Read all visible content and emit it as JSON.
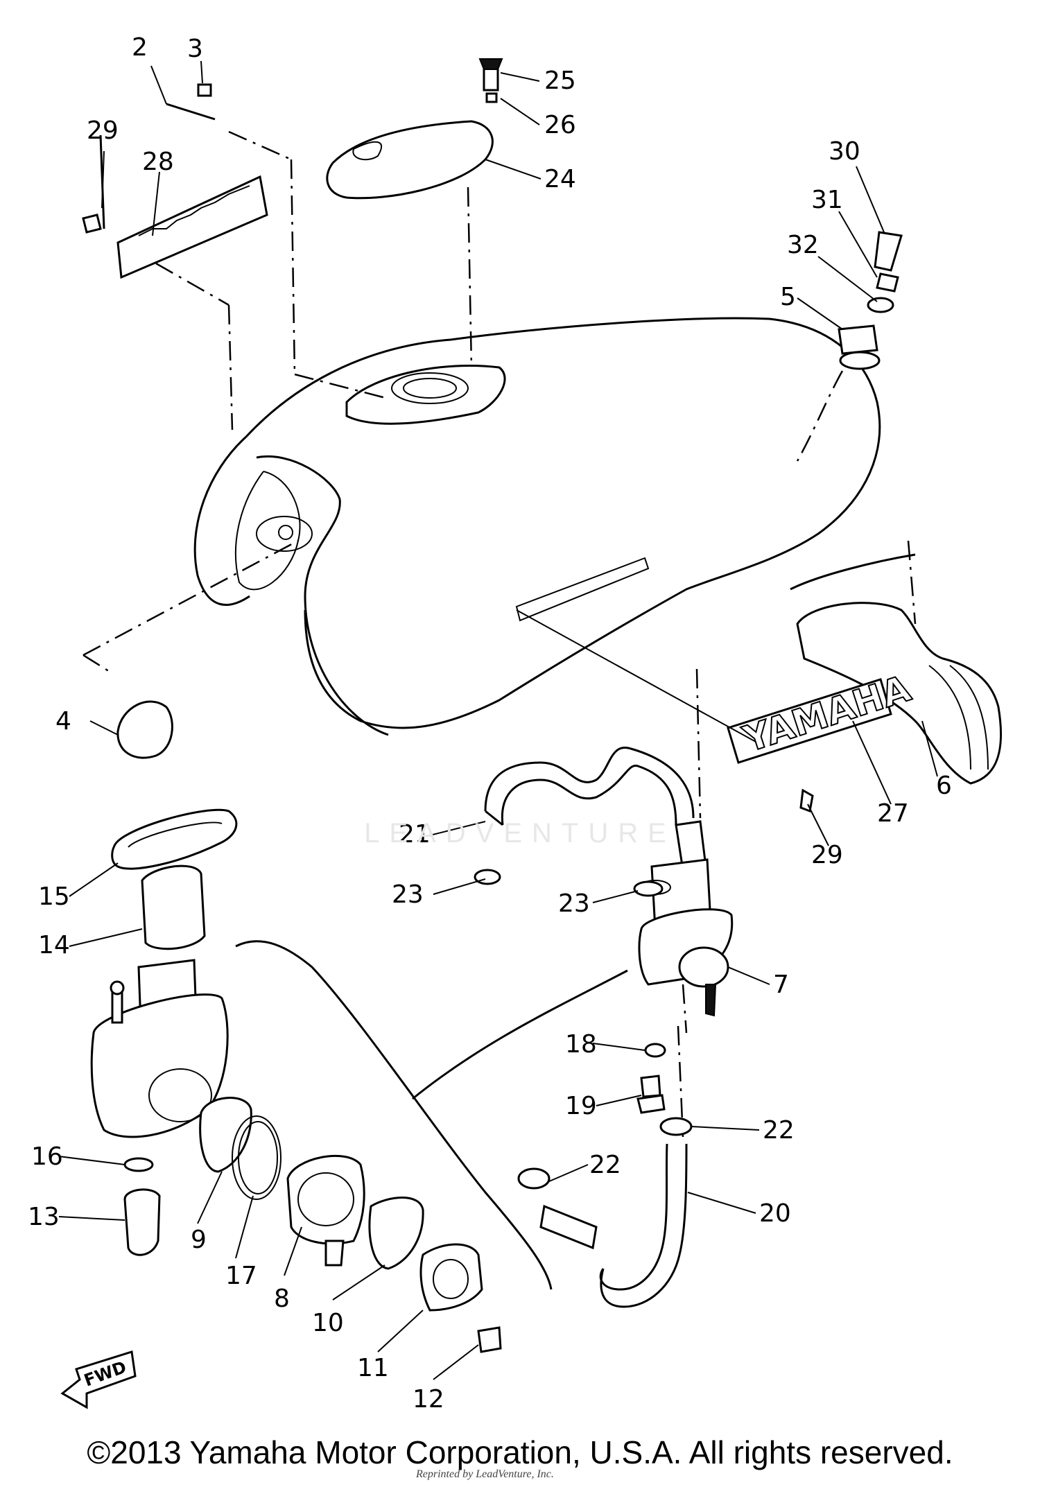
{
  "diagram": {
    "callouts": [
      {
        "id": "c2",
        "text": "2"
      },
      {
        "id": "c3",
        "text": "3"
      },
      {
        "id": "c29a",
        "text": "29"
      },
      {
        "id": "c28",
        "text": "28"
      },
      {
        "id": "c25",
        "text": "25"
      },
      {
        "id": "c26",
        "text": "26"
      },
      {
        "id": "c24",
        "text": "24"
      },
      {
        "id": "c30",
        "text": "30"
      },
      {
        "id": "c31",
        "text": "31"
      },
      {
        "id": "c32",
        "text": "32"
      },
      {
        "id": "c5",
        "text": "5"
      },
      {
        "id": "c4",
        "text": "4"
      },
      {
        "id": "c6",
        "text": "6"
      },
      {
        "id": "c27",
        "text": "27"
      },
      {
        "id": "c29b",
        "text": "29"
      },
      {
        "id": "c21",
        "text": "21"
      },
      {
        "id": "c23a",
        "text": "23"
      },
      {
        "id": "c23b",
        "text": "23"
      },
      {
        "id": "c7",
        "text": "7"
      },
      {
        "id": "c15",
        "text": "15"
      },
      {
        "id": "c14",
        "text": "14"
      },
      {
        "id": "c18",
        "text": "18"
      },
      {
        "id": "c19",
        "text": "19"
      },
      {
        "id": "c22a",
        "text": "22"
      },
      {
        "id": "c22b",
        "text": "22"
      },
      {
        "id": "c20",
        "text": "20"
      },
      {
        "id": "c16",
        "text": "16"
      },
      {
        "id": "c13",
        "text": "13"
      },
      {
        "id": "c9",
        "text": "9"
      },
      {
        "id": "c17",
        "text": "17"
      },
      {
        "id": "c8",
        "text": "8"
      },
      {
        "id": "c10",
        "text": "10"
      },
      {
        "id": "c11",
        "text": "11"
      },
      {
        "id": "c12",
        "text": "12"
      }
    ],
    "emblem_text": "YAMAHA",
    "fwd_text": "FWD"
  },
  "watermark": "LEADVENTURE",
  "copyright": "©2013 Yamaha Motor Corporation, U.S.A. All rights reserved.",
  "credit": "Reprinted by LeadVenture, Inc."
}
